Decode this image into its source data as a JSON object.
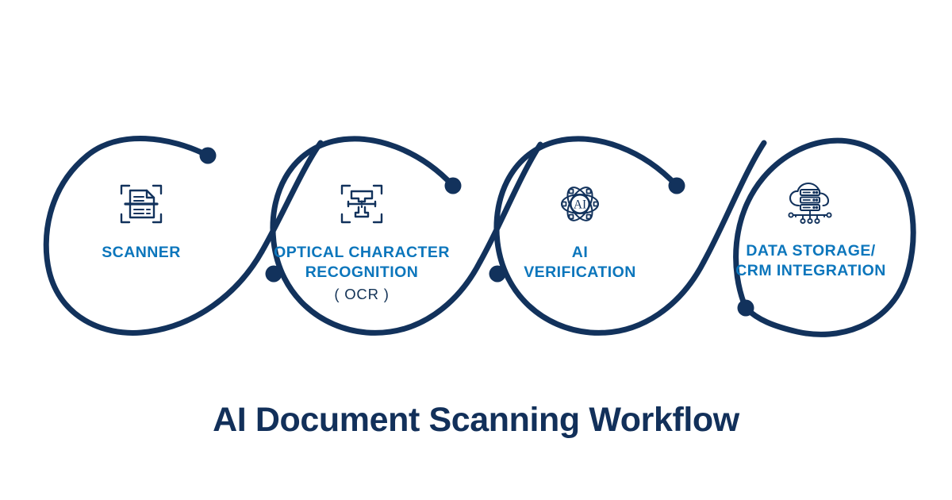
{
  "title": "AI Document Scanning Workflow",
  "colors": {
    "background": "#FFFFFF",
    "curve_navy": "#12325C",
    "label_blue": "#0C76BC",
    "title_navy": "#12305A",
    "icon_navy": "#12325C"
  },
  "diagram": {
    "type": "s-curve-process-flow",
    "step_count": 4,
    "orientation": "horizontal"
  },
  "steps": [
    {
      "index": 1,
      "label": "SCANNER",
      "sublabel": "",
      "icon": "document-scan-icon"
    },
    {
      "index": 2,
      "label": "OPTICAL CHARACTER\nRECOGNITION",
      "sublabel": "( OCR )",
      "icon": "text-recognition-icon"
    },
    {
      "index": 3,
      "label": "AI\nVERIFICATION",
      "sublabel": "",
      "icon": "ai-atom-icon"
    },
    {
      "index": 4,
      "label": "DATA STORAGE/\nCRM INTEGRATION",
      "sublabel": "",
      "icon": "cloud-server-network-icon"
    }
  ]
}
